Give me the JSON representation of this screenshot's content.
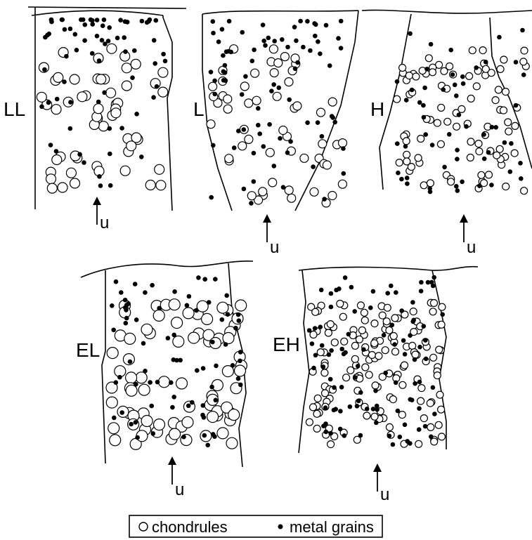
{
  "panels": [
    {
      "id": "LL",
      "label": "LL",
      "flow_label": "u"
    },
    {
      "id": "L",
      "label": "L",
      "flow_label": "u"
    },
    {
      "id": "H",
      "label": "H",
      "flow_label": "u"
    },
    {
      "id": "EL",
      "label": "EL",
      "flow_label": "u"
    },
    {
      "id": "EH",
      "label": "EH",
      "flow_label": "u"
    }
  ],
  "legend": {
    "chondrules_label": "chondrules",
    "metal_label": "metal grains"
  },
  "colors": {
    "ink": "#000000",
    "background": "#ffffff"
  }
}
